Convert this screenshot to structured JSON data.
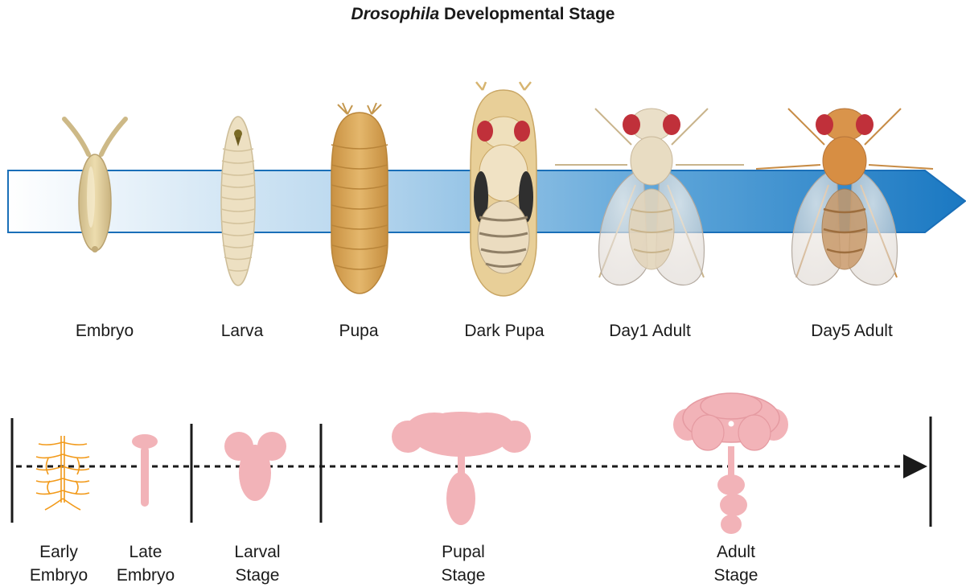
{
  "title": {
    "italic": "Drosophila",
    "rest": " Developmental Stage"
  },
  "stages": [
    {
      "id": "embryo",
      "label": "Embryo"
    },
    {
      "id": "larva",
      "label": "Larva"
    },
    {
      "id": "pupa",
      "label": "Pupa"
    },
    {
      "id": "dark-pupa",
      "label": "Dark Pupa"
    },
    {
      "id": "day1-adult",
      "label": "Day1 Adult"
    },
    {
      "id": "day5-adult",
      "label": "Day5 Adult"
    }
  ],
  "brain_stages": [
    {
      "id": "early-embryo",
      "line1": "Early",
      "line2": "Embryo"
    },
    {
      "id": "late-embryo",
      "line1": "Late",
      "line2": "Embryo"
    },
    {
      "id": "larval-stage",
      "line1": "Larval",
      "line2": "Stage"
    },
    {
      "id": "pupal-stage",
      "line1": "Pupal",
      "line2": "Stage"
    },
    {
      "id": "adult-stage",
      "line1": "Adult",
      "line2": "Stage"
    }
  ],
  "colors": {
    "arrow_start": "#ffffff",
    "arrow_end": "#1a78c2",
    "brain_pink": "#f2b3b8",
    "embryo_beige": "#d9c79a",
    "larva_cream": "#eee0bf",
    "pupa_gold": "#d9a95a",
    "fly_red_eye": "#c0303a",
    "neuron_orange": "#f29a1a"
  }
}
